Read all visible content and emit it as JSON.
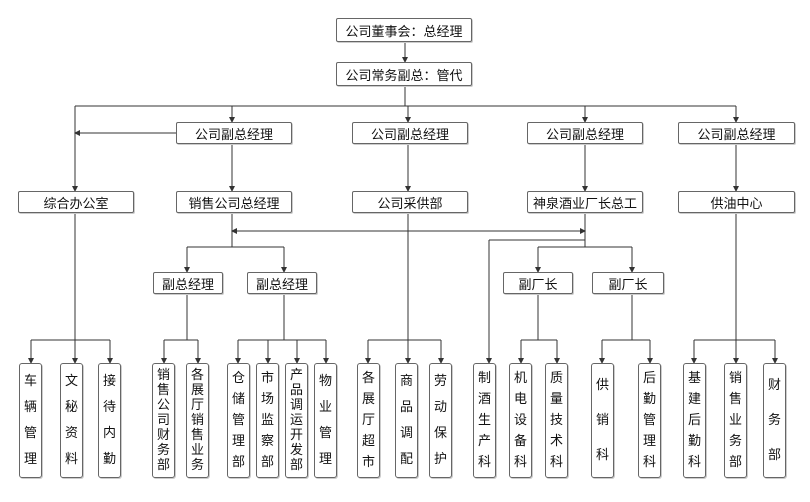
{
  "top": {
    "chairman": "公司董事会：总经理",
    "executive_vp": "公司常务副总：管代"
  },
  "vice_presidents": [
    "公司副总经理",
    "公司副总经理",
    "公司副总经理",
    "公司副总经理"
  ],
  "departments": [
    "综合办公室",
    "销售公司总经理",
    "公司采供部",
    "神泉酒业厂长总工",
    "供油中心"
  ],
  "sub_managers": [
    "副总经理",
    "副总经理",
    "副厂长",
    "副厂长"
  ],
  "units": [
    "车辆管理",
    "文秘资料",
    "接待内勤",
    "销售公司财务部",
    "各展厅销售业务",
    "仓储管理部",
    "市场监察部",
    "产品调运开发部",
    "物业管理",
    "各展厅超市",
    "商品调配",
    "劳动保护",
    "制酒生产科",
    "机电设备科",
    "质量技术科",
    "供销科",
    "后勤管理科",
    "基建后勤科",
    "销售业务部",
    "财务部"
  ],
  "colors": {
    "line": "#333333",
    "border": "#666666"
  }
}
